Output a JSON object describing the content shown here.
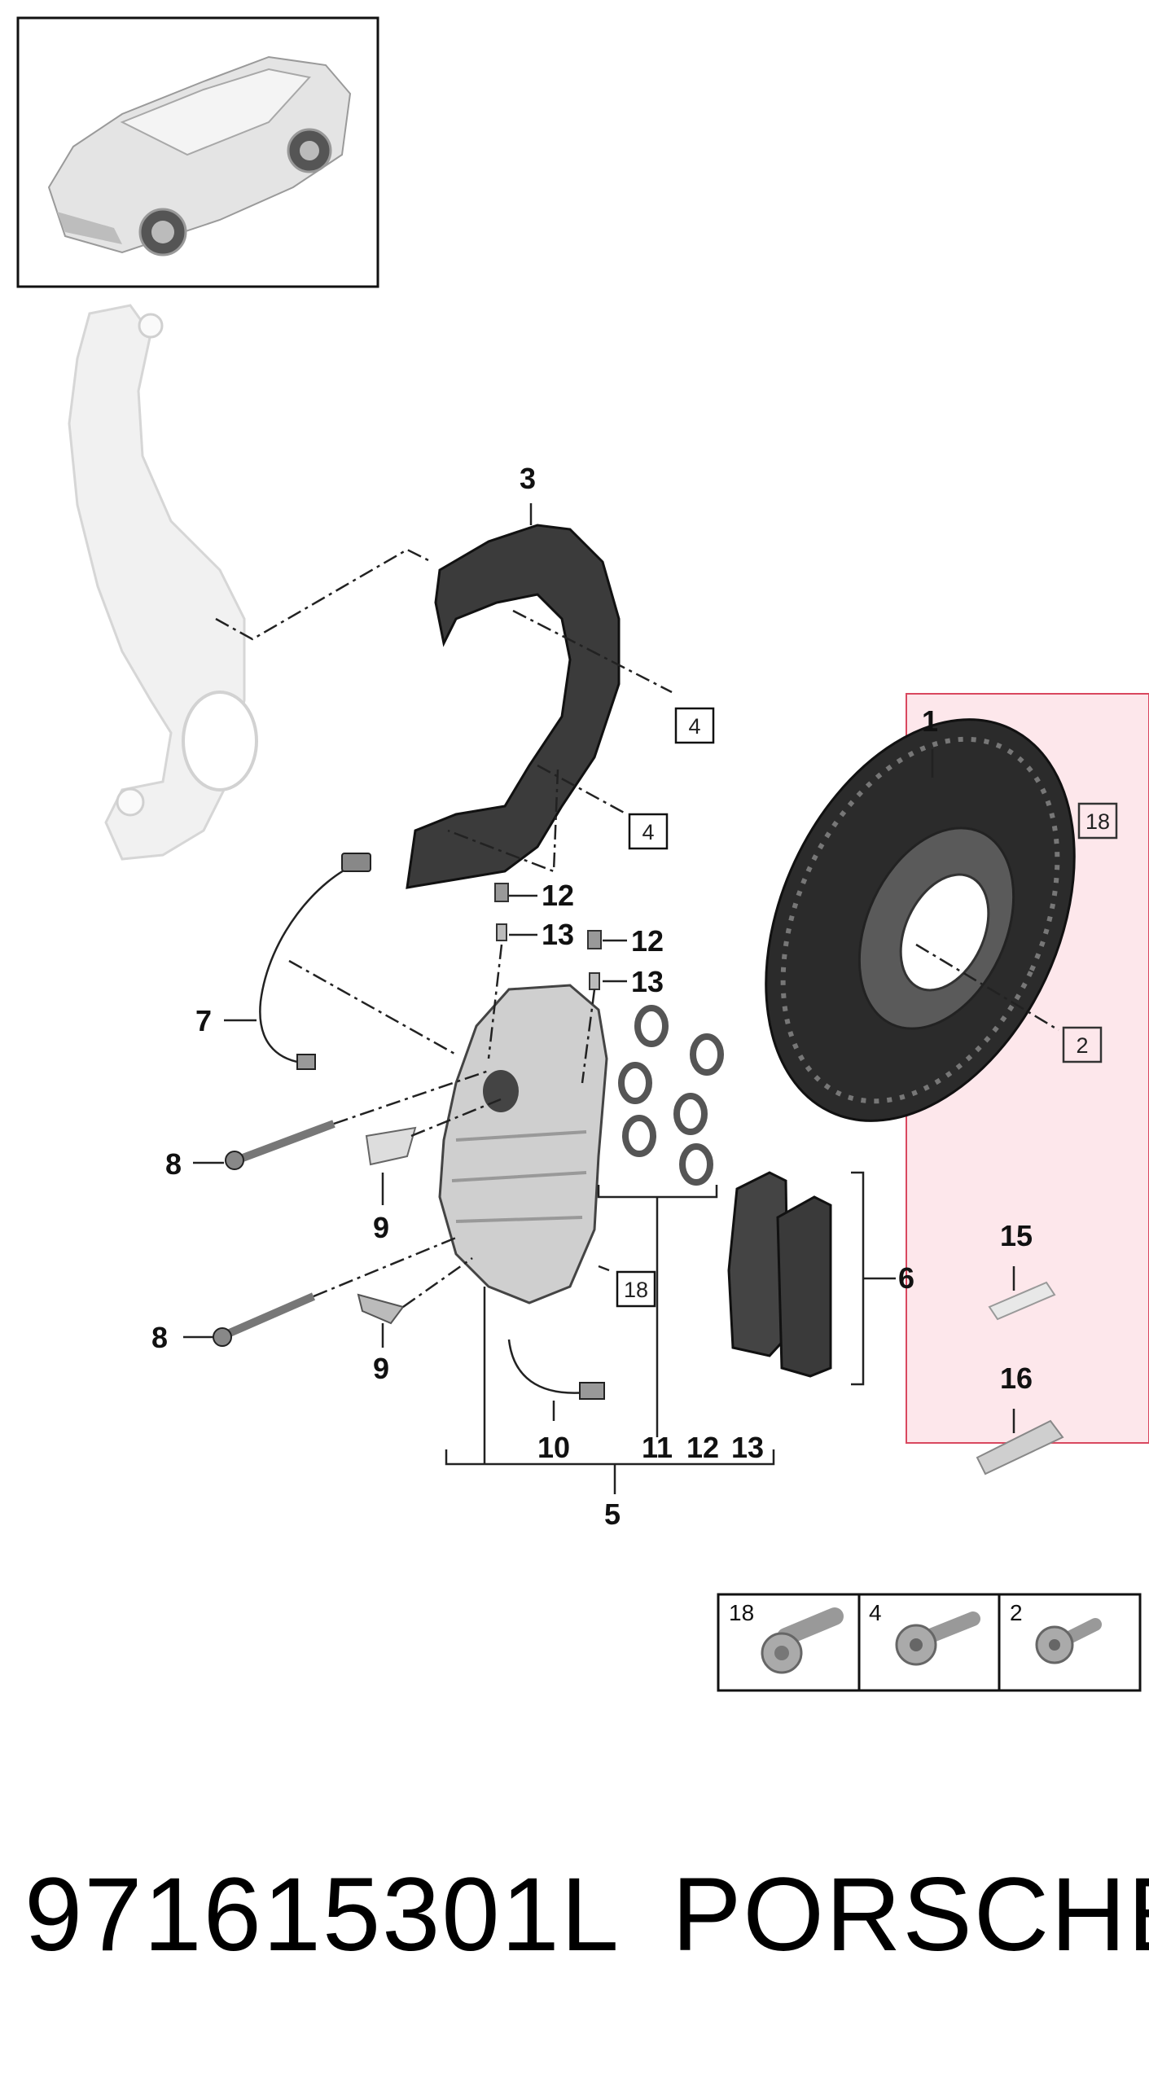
{
  "callouts": {
    "c1": "1",
    "c2": "2",
    "c3": "3",
    "c4a": "4",
    "c4b": "4",
    "c5": "5",
    "c6": "6",
    "c7": "7",
    "c8a": "8",
    "c8b": "8",
    "c9a": "9",
    "c9b": "9",
    "c10": "10",
    "c11": "11",
    "c12a": "12",
    "c12b": "12",
    "c12c": "12",
    "c13a": "13",
    "c13b": "13",
    "c13c": "13",
    "c15": "15",
    "c16": "16",
    "c18a": "18",
    "c18b": "18"
  },
  "legend": {
    "bolt_18": "18",
    "bolt_4": "4",
    "bolt_2": "2"
  },
  "footer": {
    "part_number": "971615301L",
    "brand": "PORSCHE"
  },
  "colors": {
    "highlight_fill": "#fde3e8",
    "highlight_border": "#d9485f",
    "part_dark": "#2b2b2b",
    "part_light": "#d6d6d6"
  }
}
